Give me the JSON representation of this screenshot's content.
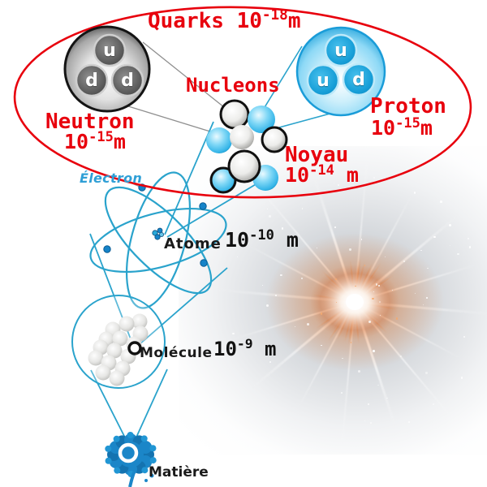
{
  "diagram": {
    "quarks": {
      "label": "Quarks",
      "base": "10",
      "exp": "-18",
      "unit": "m"
    },
    "nucleons": {
      "label": "Nucleons"
    },
    "neutron": {
      "label": "Neutron",
      "base": "10",
      "exp": "-15",
      "unit": "m",
      "quarks": [
        "u",
        "d",
        "d"
      ]
    },
    "proton": {
      "label": "Proton",
      "base": "10",
      "exp": "-15",
      "unit": "m",
      "quarks": [
        "u",
        "u",
        "d"
      ]
    },
    "noyau": {
      "label": "Noyau",
      "base": "10",
      "exp": "-14",
      "unit": "m"
    },
    "electron": {
      "label": "Électron"
    },
    "atome": {
      "label": "Atome",
      "base": "10",
      "exp": "-10",
      "unit": "m"
    },
    "molecule": {
      "label": "Molécule",
      "base": "10",
      "exp": "-9",
      "unit": "m"
    },
    "matiere": {
      "label": "Matière"
    }
  },
  "colors": {
    "accent_red": "#e8000d",
    "proton_blue": "#2fa9dd",
    "neutron_gray": "#5e5e5e",
    "orbit_teal": "#2aa3cc",
    "electron_text_blue": "#2f9fd6",
    "label_black": "#111111",
    "starburst_orange": "#e07b3a",
    "background": "#ffffff"
  }
}
